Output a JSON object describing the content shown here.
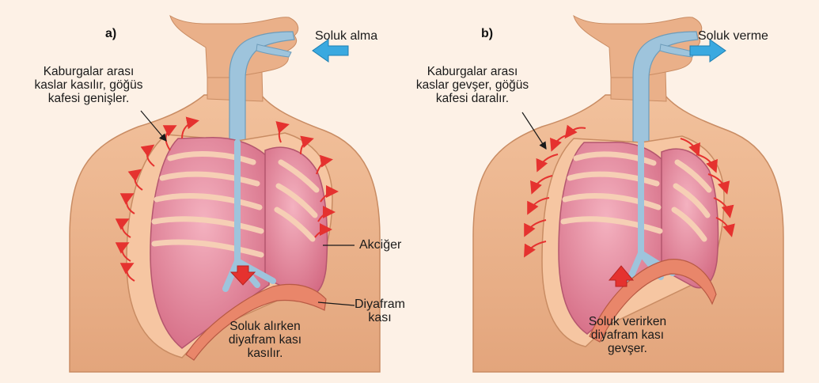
{
  "panels": [
    {
      "id": "a)",
      "breath": "Soluk alma",
      "ribs_note": [
        "Kaburgalar arası",
        "kaslar  kasılır, göğüs",
        "kafesi genişler."
      ],
      "lung": "Akciğer",
      "diaphragm": [
        "Diyafram",
        "kası"
      ],
      "diaphragm_note": [
        "Soluk alırken",
        "diyafram kası",
        "kasılır."
      ]
    },
    {
      "id": "b)",
      "breath": "Soluk verme",
      "ribs_note": [
        "Kaburgalar arası",
        "kaslar gevşer, göğüs",
        "kafesi daralır."
      ],
      "diaphragm_note": [
        "Soluk verirken",
        "diyafram kası",
        "gevşer."
      ]
    }
  ],
  "colors": {
    "background": "#fdf1e6",
    "skin": "#eab089",
    "lung": "#e07f96",
    "rib": "#f6c6a2",
    "diaphragm": "#e9866a",
    "airflow_arrow": "#3aa9e0",
    "force_arrow": "#e5322f",
    "trachea": "#9ec4dc"
  }
}
